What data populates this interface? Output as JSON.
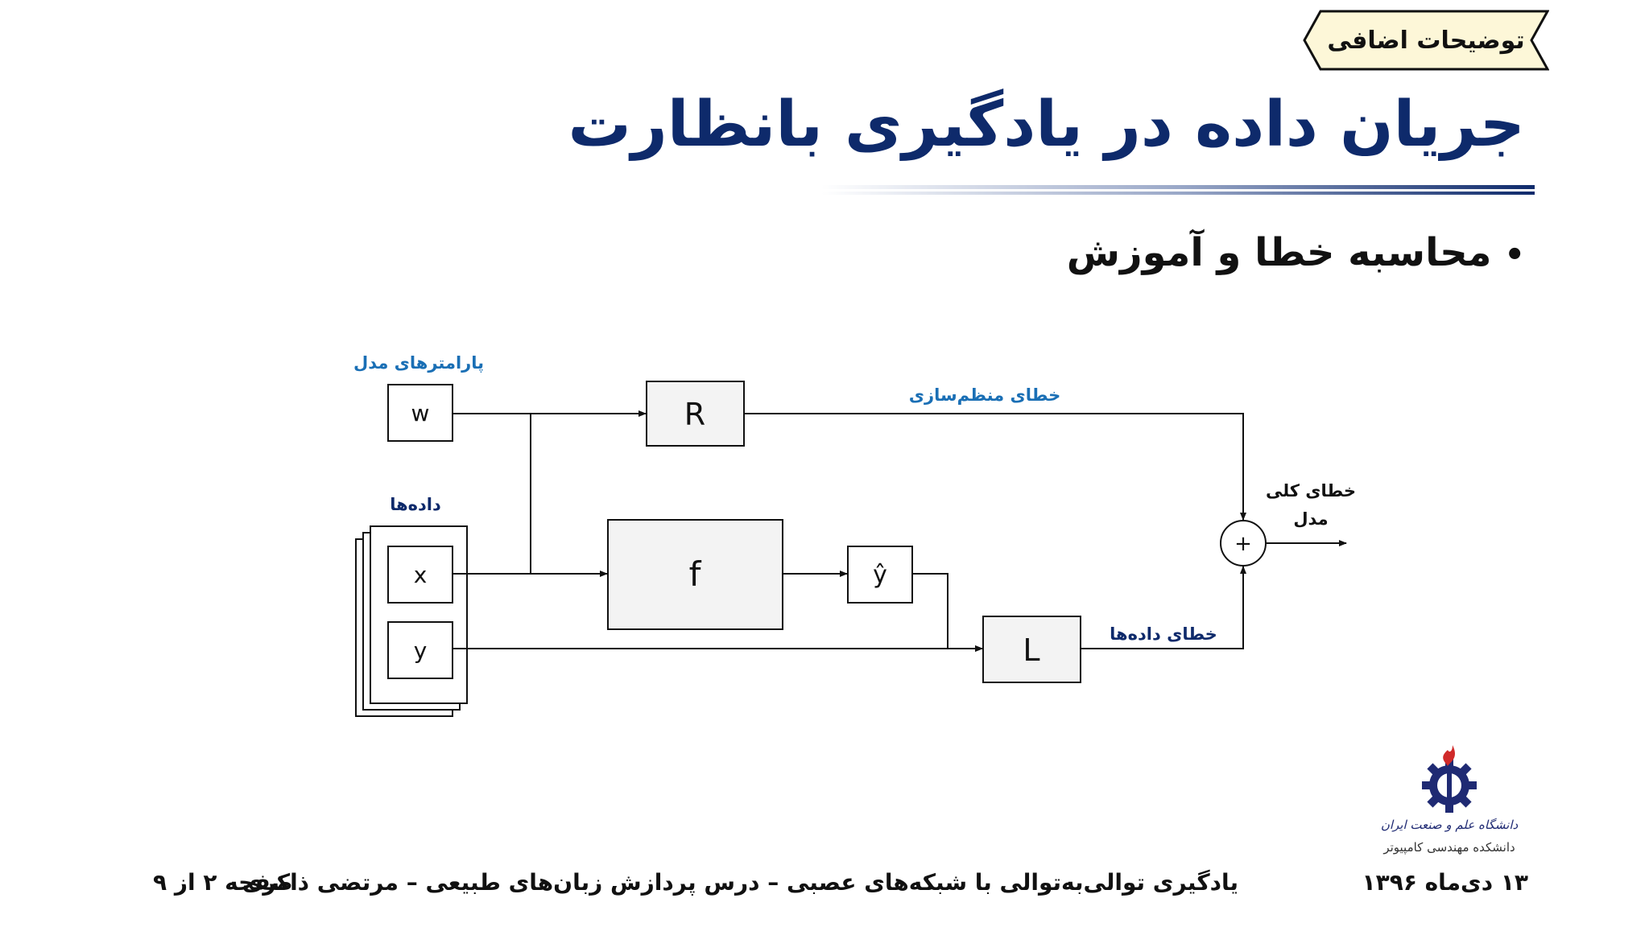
{
  "slide": {
    "tag": "توضیحات اضافی",
    "title": "جریان داده در یادگیری بانظارت",
    "bullet": "محاسبه خطا و آموزش"
  },
  "diagram": {
    "params_label": "پارامترهای مدل",
    "data_label": "داده‌ها",
    "reg_error_label": "خطای منظم‌سازی",
    "data_error_label": "خطای داده‌ها",
    "total_error_line1": "خطای کلی",
    "total_error_line2": "مدل",
    "w": "w",
    "x": "x",
    "y": "y",
    "R": "R",
    "f": "f",
    "yhat": "ŷ",
    "L": "L",
    "plus": "+"
  },
  "logo": {
    "name": "دانشگاه علم و صنعت ایران",
    "dept": "دانشکده مهندسی کامپیوتر"
  },
  "footer": {
    "date": "۱۳ دی‌ماه ۱۳۹۶",
    "course": "یادگیری توالی‌به‌توالی با شبکه‌های عصبی – درس پردازش زبان‌های طبیعی – مرتضی ذاکری",
    "page": "صفحه ۲ از ۹"
  },
  "colors": {
    "title": "#0e2a6b",
    "label_blue": "#1a6fb5",
    "label_dark": "#0e2a6b",
    "tag_fill": "#fdf7d8",
    "block_fill": "#f3f3f3"
  }
}
